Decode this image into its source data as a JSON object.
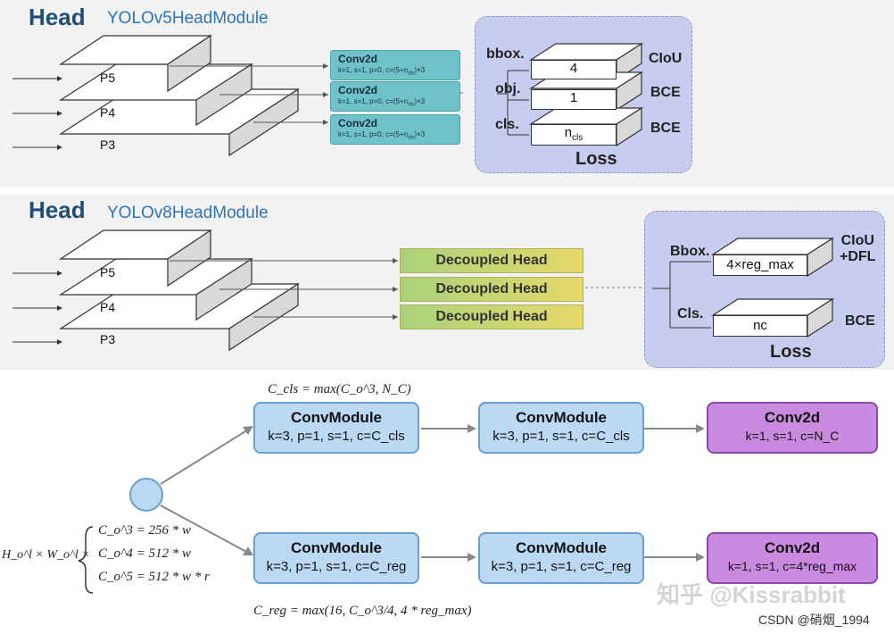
{
  "yolov5": {
    "head_title": "Head",
    "module_name": "YOLOv5HeadModule",
    "levels": [
      "P5",
      "P4",
      "P3"
    ],
    "conv_title": "Conv2d",
    "conv_params": "k=1, s=1, p=0, c=(5+n",
    "conv_params_sub": "cls",
    "conv_params_end": ")×3",
    "loss": {
      "branches": [
        "bbox.",
        "obj.",
        "cls."
      ],
      "values": [
        "4",
        "1",
        "n"
      ],
      "value_sub": "cls",
      "loss_types": [
        "CIoU",
        "BCE",
        "BCE"
      ],
      "title": "Loss"
    }
  },
  "yolov8": {
    "head_title": "Head",
    "module_name": "YOLOv8HeadModule",
    "levels": [
      "P5",
      "P4",
      "P3"
    ],
    "decoupled_label": "Decoupled Head",
    "loss": {
      "branches": [
        "Bbox.",
        "Cls."
      ],
      "values": [
        "4×reg_max",
        "nc"
      ],
      "loss_types": [
        "CIoU\n+DFL",
        "BCE"
      ],
      "title": "Loss"
    }
  },
  "decoupled": {
    "cls_formula": "C_cls = max(C_o^3, N_C)",
    "reg_formula": "C_reg = max(16, C_o^3/4, 4 * reg_max)",
    "input_formula": "H_o^l × W_o^l ×",
    "channels": [
      "C_o^3 = 256 * w",
      "C_o^4 = 512 * w",
      "C_o^5 = 512 * w * r"
    ],
    "cls_branch": [
      {
        "title": "ConvModule",
        "params": "k=3, p=1, s=1, c=C_cls"
      },
      {
        "title": "ConvModule",
        "params": "k=3, p=1, s=1, c=C_cls"
      },
      {
        "title": "Conv2d",
        "params": "k=1, s=1, c=N_C"
      }
    ],
    "reg_branch": [
      {
        "title": "ConvModule",
        "params": "k=3, p=1, s=1, c=C_reg"
      },
      {
        "title": "ConvModule",
        "params": "k=3, p=1, s=1, c=C_reg"
      },
      {
        "title": "Conv2d",
        "params": "k=1, s=1, c=4*reg_max"
      }
    ]
  },
  "watermark": "知乎 @Kissrabbit",
  "credit": "CSDN @硝烟_1994"
}
